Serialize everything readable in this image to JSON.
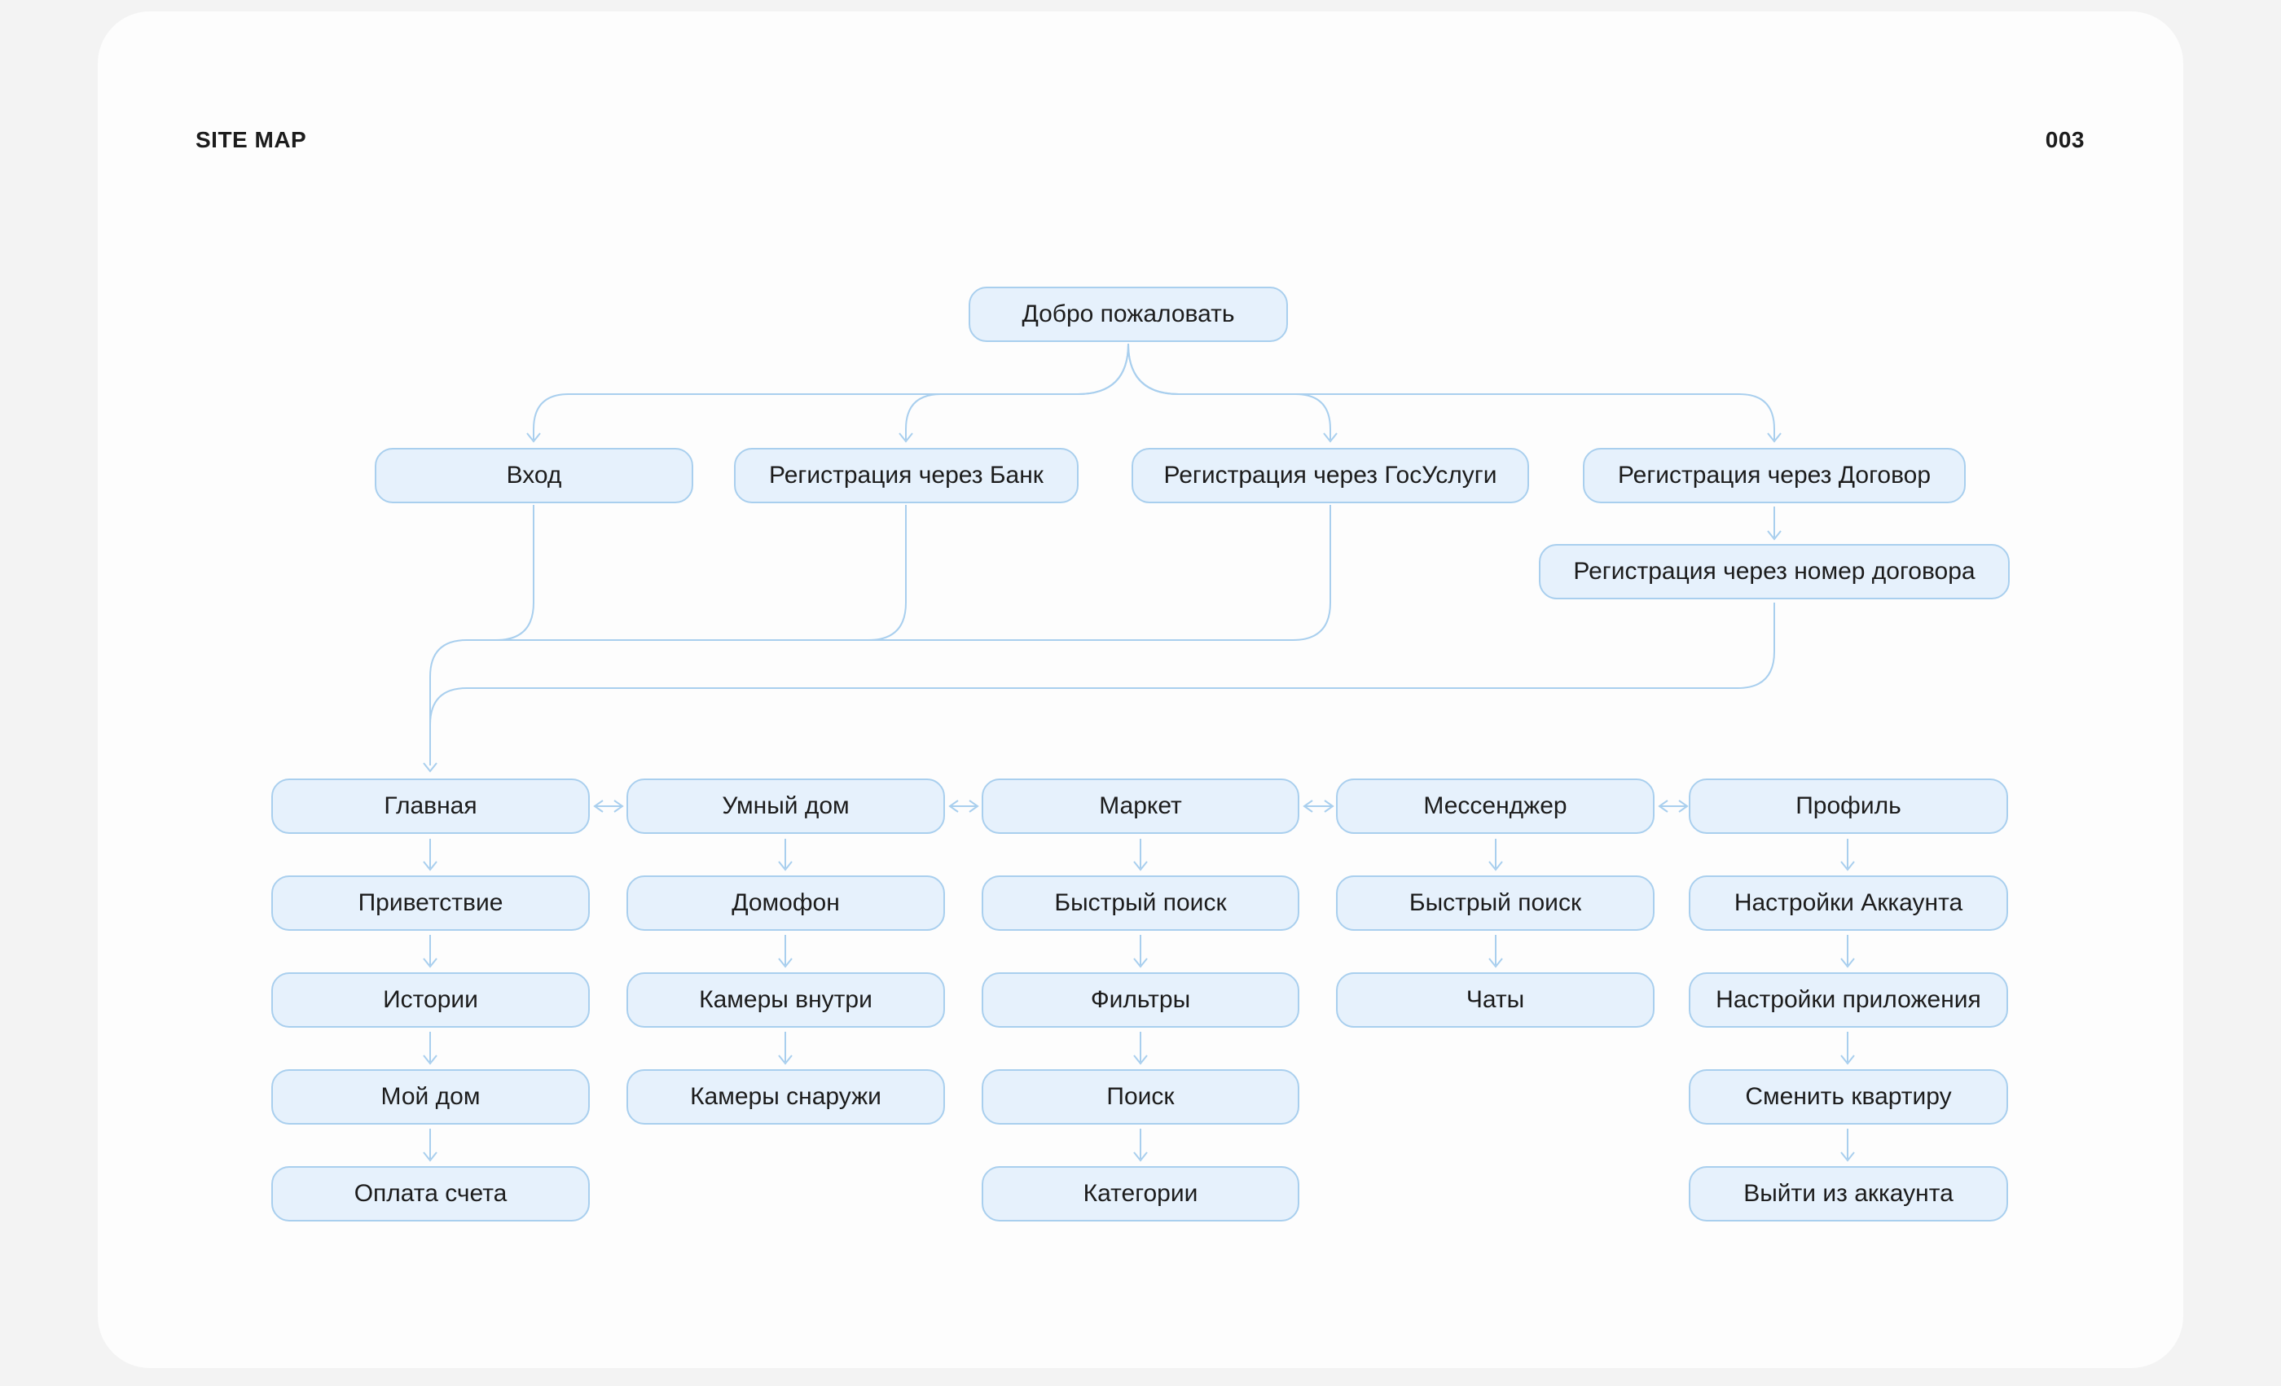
{
  "header": {
    "title": "SITE MAP",
    "page_number": "003"
  },
  "nodes": {
    "welcome": "Добро пожаловать",
    "login": "Вход",
    "reg_bank": "Регистрация через Банк",
    "reg_gosuslugi": "Регистрация через ГосУслуги",
    "reg_contract": "Регистрация через Договор",
    "reg_contract_number": "Регистрация через номер договора",
    "main": {
      "title": "Главная",
      "items": [
        "Приветствие",
        "Истории",
        "Мой дом",
        "Оплата счета"
      ]
    },
    "smart_home": {
      "title": "Умный дом",
      "items": [
        "Домофон",
        "Камеры внутри",
        "Камеры снаружи"
      ]
    },
    "market": {
      "title": "Маркет",
      "items": [
        "Быстрый поиск",
        "Фильтры",
        "Поиск",
        "Категории"
      ]
    },
    "messenger": {
      "title": "Мессенджер",
      "items": [
        "Быстрый поиск",
        "Чаты"
      ]
    },
    "profile": {
      "title": "Профиль",
      "items": [
        "Настройки Аккаунта",
        "Настройки приложения",
        "Сменить квартиру",
        "Выйти из аккаунта"
      ]
    }
  }
}
